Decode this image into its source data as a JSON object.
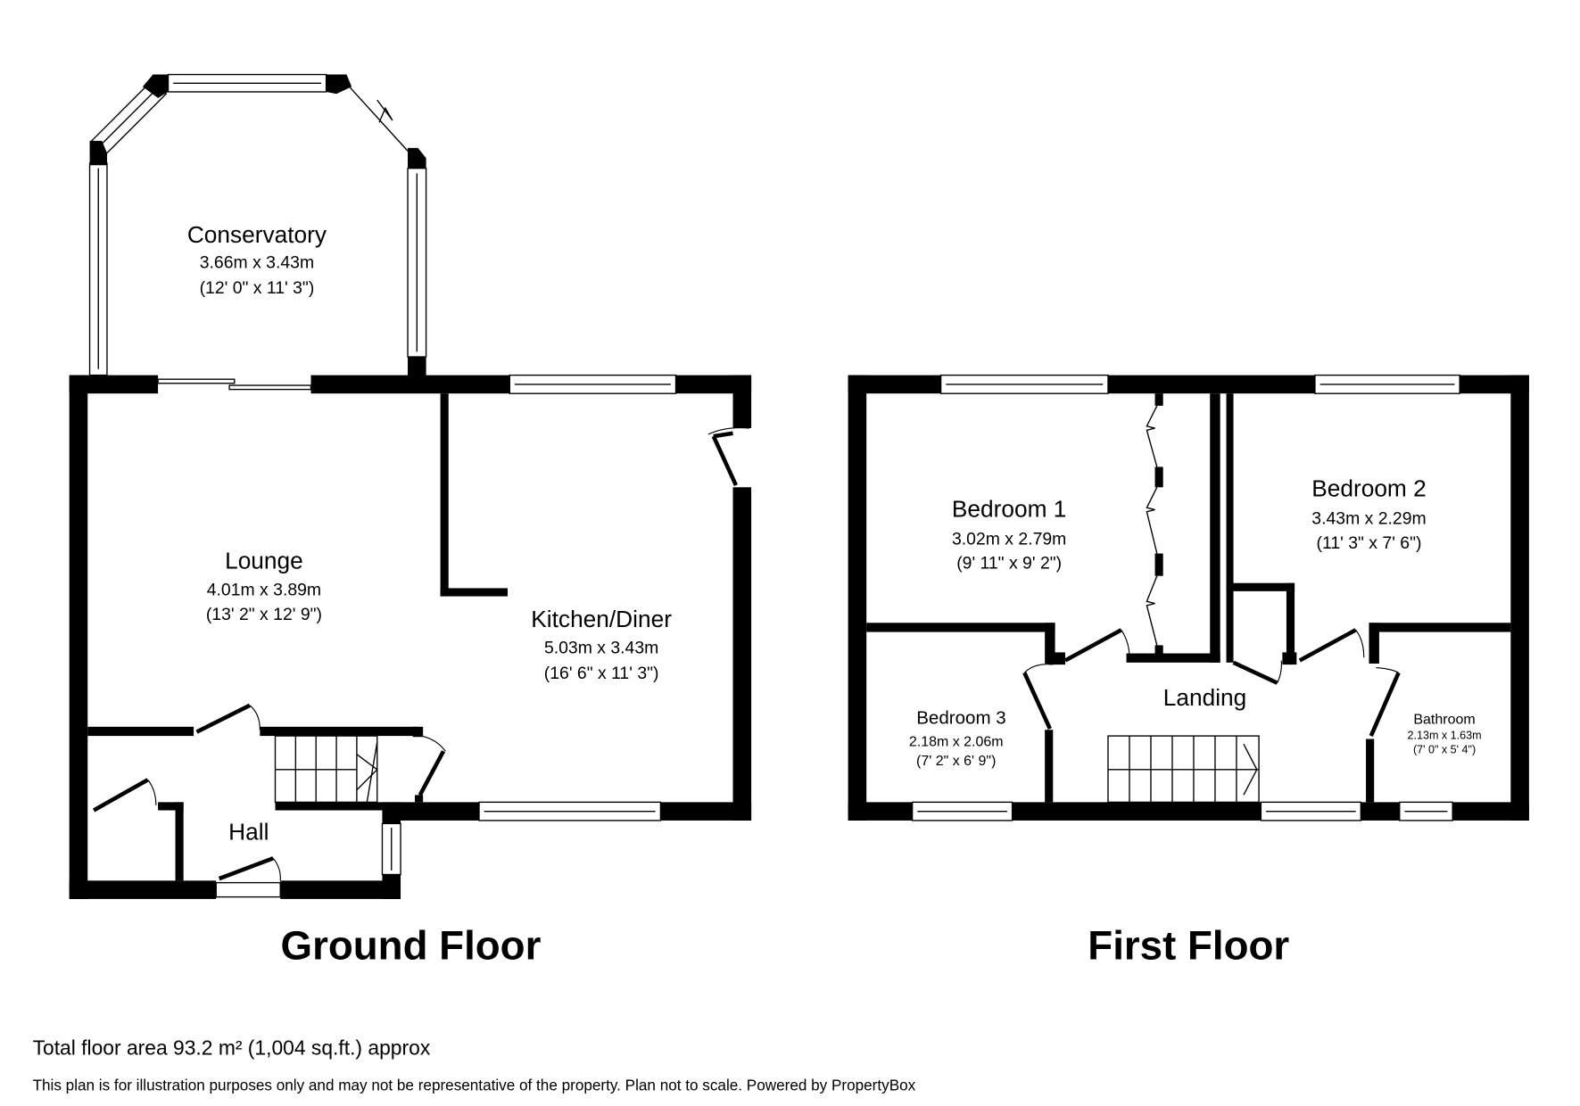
{
  "ground_floor": {
    "title": "Ground Floor",
    "rooms": [
      {
        "name": "Conservatory",
        "metric": "3.66m x 3.43m",
        "imperial": "(12' 0\" x 11' 3\")"
      },
      {
        "name": "Lounge",
        "metric": "4.01m x 3.89m",
        "imperial": "(13' 2\" x 12' 9\")"
      },
      {
        "name": "Kitchen/Diner",
        "metric": "5.03m x 3.43m",
        "imperial": "(16' 6\" x 11' 3\")"
      },
      {
        "name": "Hall"
      }
    ]
  },
  "first_floor": {
    "title": "First Floor",
    "rooms": [
      {
        "name": "Bedroom 1",
        "metric": "3.02m x 2.79m",
        "imperial": "(9' 11\" x 9' 2\")"
      },
      {
        "name": "Bedroom 2",
        "metric": "3.43m x 2.29m",
        "imperial": "(11' 3\" x 7' 6\")"
      },
      {
        "name": "Bedroom 3",
        "metric": "2.18m x 2.06m",
        "imperial": "(7' 2\" x 6' 9\")"
      },
      {
        "name": "Bathroom",
        "metric": "2.13m x 1.63m",
        "imperial": "(7' 0\" x 5' 4\")"
      },
      {
        "name": "Landing"
      }
    ]
  },
  "footer": {
    "total_area": "Total floor area 93.2 m² (1,004 sq.ft.) approx",
    "disclaimer": "This plan is for illustration purposes only and may not be representative of the property. Plan not to scale. Powered by PropertyBox"
  }
}
